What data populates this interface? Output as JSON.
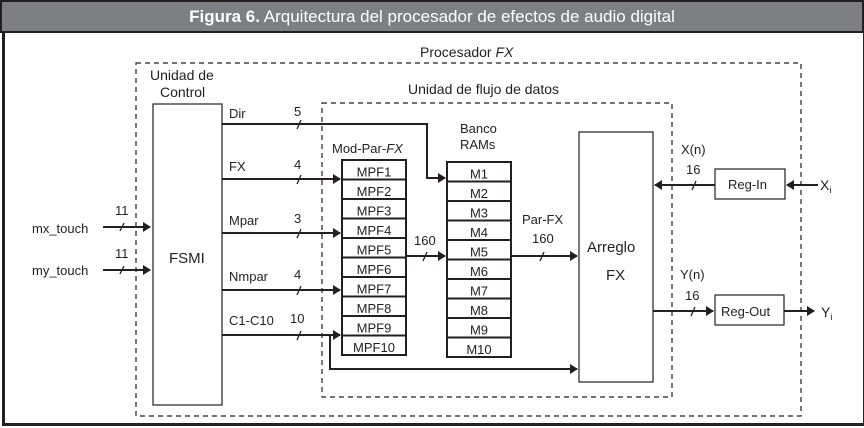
{
  "figure": {
    "label": "Figura 6.",
    "caption": "Arquitectura del procesador de efectos de audio digital",
    "header_color": "#7d7f83"
  },
  "blocks": {
    "processor": {
      "title": "Procesador",
      "title_italic": "FX"
    },
    "control_unit": {
      "title_line1": "Unidad de",
      "title_line2": "Control",
      "inner_label": "FSMI"
    },
    "dataflow_unit": {
      "title": "Unidad de flujo de datos"
    },
    "mod_par_fx": {
      "title_prefix": "Mod-Par-",
      "title_italic": "FX",
      "cells": [
        "MPF1",
        "MPF2",
        "MPF3",
        "MPF4",
        "MPF5",
        "MPF6",
        "MPF7",
        "MPF8",
        "MPF9",
        "MPF10"
      ]
    },
    "ram_bank": {
      "title_line1": "Banco",
      "title_line2": "RAMs",
      "cells": [
        "M1",
        "M2",
        "M3",
        "M4",
        "M5",
        "M6",
        "M7",
        "M8",
        "M9",
        "M10"
      ]
    },
    "fx_array": {
      "line1": "Arreglo",
      "line2": "FX"
    },
    "reg_in": {
      "label": "Reg-In"
    },
    "reg_out": {
      "label": "Reg-Out"
    }
  },
  "signals": {
    "mx_touch": {
      "name": "mx_touch",
      "width": "11"
    },
    "my_touch": {
      "name": "my_touch",
      "width": "11"
    },
    "dir": {
      "name": "Dir",
      "width": "5"
    },
    "fx": {
      "name": "FX",
      "width": "4"
    },
    "mpar": {
      "name": "Mpar",
      "width": "3"
    },
    "nmpar": {
      "name": "Nmpar",
      "width": "4"
    },
    "c1c10": {
      "name": "C1-C10",
      "width": "10"
    },
    "mpf_to_ram": {
      "width": "160"
    },
    "par_fx": {
      "name": "Par-FX",
      "width": "160"
    },
    "xn": {
      "name": "X(n)",
      "width": "16"
    },
    "yn": {
      "name": "Y(n)",
      "width": "16"
    },
    "xi": {
      "name": "X",
      "sub": "i"
    },
    "yi": {
      "name": "Y",
      "sub": "i"
    }
  }
}
